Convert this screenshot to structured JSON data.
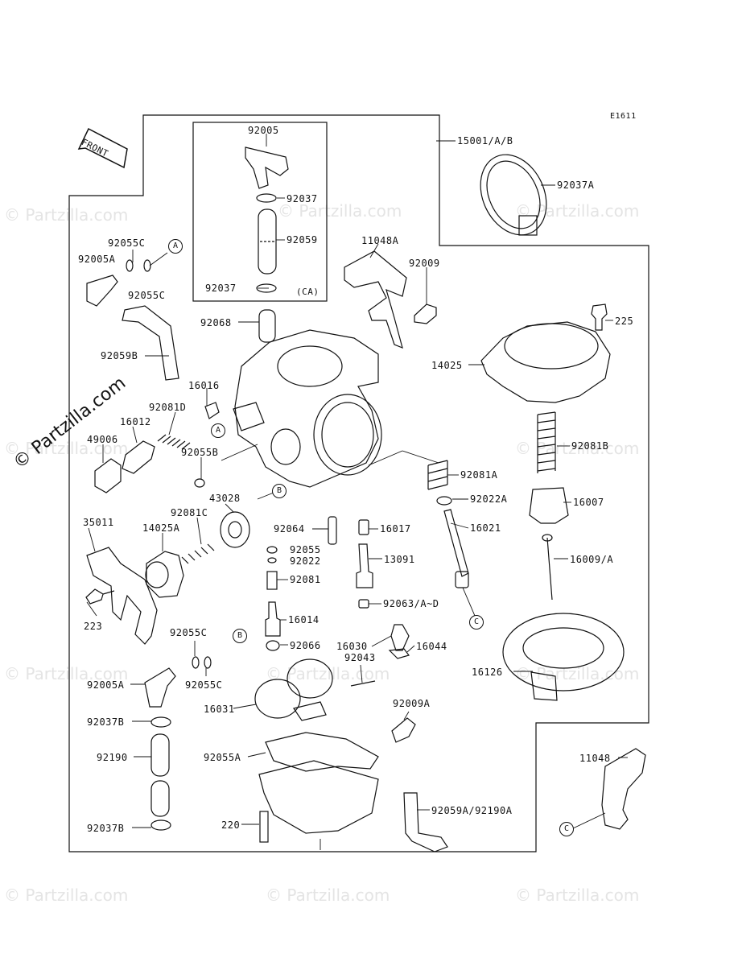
{
  "diagram": {
    "code": "E1611",
    "front_label": "FRONT",
    "inset_note": "(CA)",
    "big_watermark": "© Partzilla.com",
    "watermark_text": "© Partzilla.com",
    "parts": {
      "p15001": "15001/A/B",
      "p92037A": "92037A",
      "p92005": "92005",
      "p92037_top": "92037",
      "p92059": "92059",
      "p92037_bot": "92037",
      "p11048A": "11048A",
      "p92009": "92009",
      "p92055C_1": "92055C",
      "p92005A_1": "92005A",
      "p92055C_2": "92055C",
      "p92068": "92068",
      "p225": "225",
      "p92059B": "92059B",
      "p14025": "14025",
      "p16016": "16016",
      "p92081D": "92081D",
      "p16012": "16012",
      "p49006": "49006",
      "p92055B": "92055B",
      "p92081B": "92081B",
      "p92081A": "92081A",
      "p92022A": "92022A",
      "p16007": "16007",
      "p43028": "43028",
      "p35011": "35011",
      "p14025A": "14025A",
      "p92081C": "92081C",
      "p92064": "92064",
      "p16017": "16017",
      "p16021": "16021",
      "p92055": "92055",
      "p92022": "92022",
      "p13091": "13091",
      "p16009A": "16009/A",
      "p92081": "92081",
      "p223": "223",
      "p92063": "92063/A~D",
      "p16014": "16014",
      "p16030": "16030",
      "p16044": "16044",
      "p92055C_3": "92055C",
      "p92066": "92066",
      "p92043": "92043",
      "p16126": "16126",
      "p92005A_2": "92005A",
      "p92055C_4": "92055C",
      "p16031": "16031",
      "p92009A": "92009A",
      "p92037B_1": "92037B",
      "p11048": "11048",
      "p92190": "92190",
      "p92055A": "92055A",
      "p220": "220",
      "p92059A": "92059A/92190A",
      "p92037B_2": "92037B"
    },
    "refs": {
      "a": "A",
      "b": "B",
      "c": "C"
    }
  }
}
